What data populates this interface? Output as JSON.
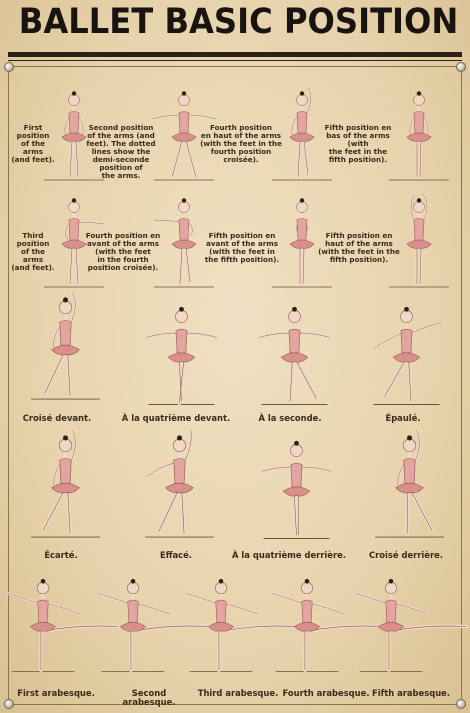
{
  "title": "BALLET BASIC POSITION",
  "colors": {
    "background": "#ead8b4",
    "title": "#1a1410",
    "skirt": "#d98f8c",
    "leotard": "#e3a5a2",
    "skin": "#f3d6c6",
    "hair": "#2d2118"
  },
  "row1_captions": [
    "First\nposition\nof the arms\n(and feet).",
    "Second position\nof the arms (and\nfeet). The dotted\nlines show the\ndemi-seconde\nposition of\nthe arms.",
    "Fourth position\nen haut of the arms\n(with the feet in the\nfourth position\ncroisée).",
    "Fifth position en\nbas of the arms (with\nthe feet in the\nfifth position)."
  ],
  "row2_captions": [
    "Third\nposition\nof the arms\n(and feet).",
    "Fourth position en\navant of the arms\n(with the feet\nin the fourth\nposition croisée).",
    "Fifth position en\navant of the arms\n(with the feet in\nthe fifth position).",
    "Fifth position en\nhaut of the arms\n(with the feet in the\nfifth position)."
  ],
  "row3_captions": [
    "Croisé devant.",
    "À la quatrième devant.",
    "À la seconde.",
    "Épaulé."
  ],
  "row4_captions": [
    "Écarté.",
    "Effacé.",
    "À la quatrième derrière.",
    "Croisé derrière."
  ],
  "row5_captions": [
    "First arabesque.",
    "Second arabesque.",
    "Third arabesque.",
    "Fourth arabesque.",
    "Fifth arabesque."
  ],
  "figures": [
    {
      "name": "first-position-dancer",
      "arms": "low",
      "legs": "first"
    },
    {
      "name": "second-position-dancer",
      "arms": "side",
      "legs": "second"
    },
    {
      "name": "fourth-en-haut-dancer",
      "arms": "one-up",
      "legs": "fourth"
    },
    {
      "name": "fifth-en-bas-dancer",
      "arms": "low",
      "legs": "fifth"
    },
    {
      "name": "third-position-dancer",
      "arms": "one-front",
      "legs": "first"
    },
    {
      "name": "fourth-en-avant-dancer",
      "arms": "side-front",
      "legs": "fourth"
    },
    {
      "name": "fifth-en-avant-dancer",
      "arms": "front",
      "legs": "fifth"
    },
    {
      "name": "fifth-en-haut-dancer",
      "arms": "up",
      "legs": "fifth"
    },
    {
      "name": "croise-devant-dancer",
      "arms": "one-up",
      "legs": "point-left"
    },
    {
      "name": "quatrieme-devant-dancer",
      "arms": "side",
      "legs": "point-front"
    },
    {
      "name": "a-la-seconde-dancer",
      "arms": "side",
      "legs": "point-side"
    },
    {
      "name": "epaule-dancer",
      "arms": "diagonal",
      "legs": "point-back"
    },
    {
      "name": "ecarte-dancer",
      "arms": "one-up",
      "legs": "point-side-left"
    },
    {
      "name": "efface-dancer",
      "arms": "one-up-right",
      "legs": "point-left"
    },
    {
      "name": "quatrieme-derriere-dancer",
      "arms": "side",
      "legs": "point-back-center"
    },
    {
      "name": "croise-derriere-dancer",
      "arms": "one-up",
      "legs": "point-back-right"
    },
    {
      "name": "first-arabesque-dancer",
      "arms": "arabesque",
      "legs": "arabesque"
    },
    {
      "name": "second-arabesque-dancer",
      "arms": "arabesque",
      "legs": "arabesque"
    },
    {
      "name": "third-arabesque-dancer",
      "arms": "arabesque",
      "legs": "arabesque"
    },
    {
      "name": "fourth-arabesque-dancer",
      "arms": "arabesque",
      "legs": "arabesque"
    },
    {
      "name": "fifth-arabesque-dancer",
      "arms": "arabesque",
      "legs": "arabesque"
    }
  ]
}
